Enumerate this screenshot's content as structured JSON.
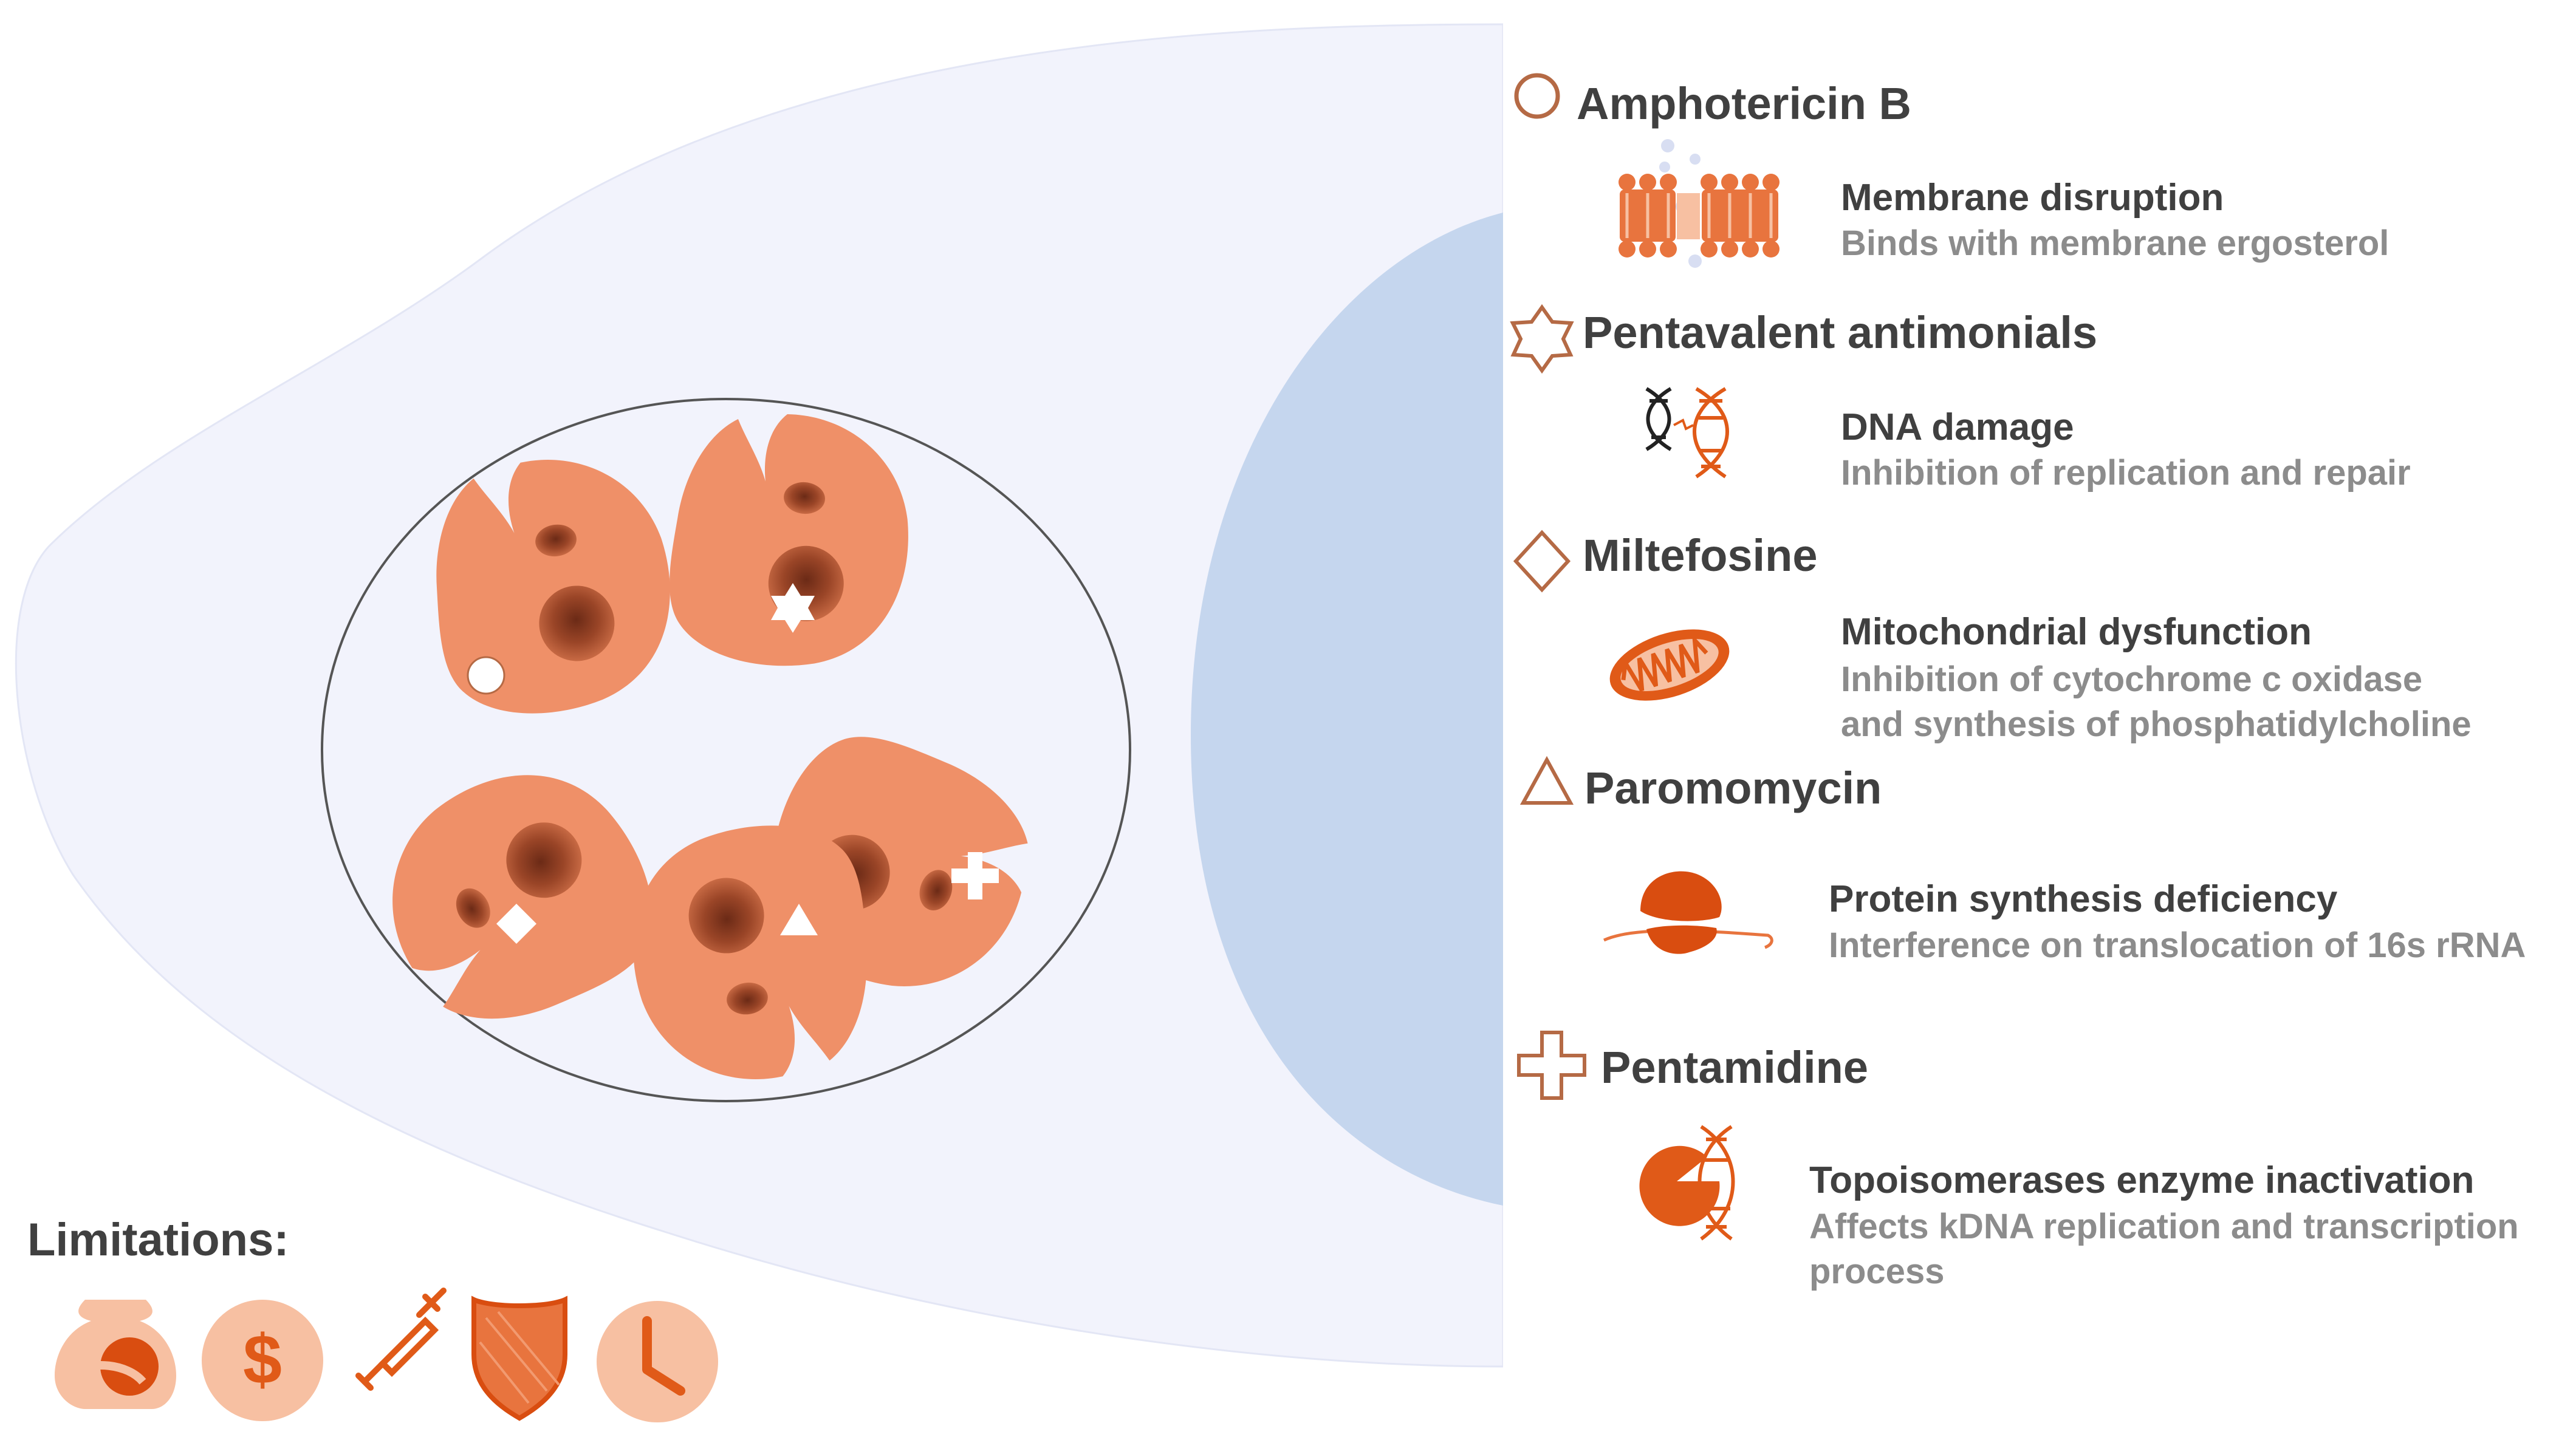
{
  "colors": {
    "cell": "#f2f3fc",
    "nucleus": "#c5d6ee",
    "parasite": "#ef9068",
    "accent": "#e05a18",
    "marker_outline": "#b56a45",
    "limitation_bg": "#f7c0a2"
  },
  "drugs": [
    {
      "name": "Amphotericin B",
      "marker_icon": "circle-outline-icon",
      "mechanism": "Membrane disruption",
      "description": [
        "Binds with membrane ergosterol"
      ],
      "icon": "membrane-icon"
    },
    {
      "name": "Pentavalent antimonials",
      "marker_icon": "star-outline-icon",
      "mechanism": "DNA damage",
      "description": [
        "Inhibition of replication and repair"
      ],
      "icon": "dna-damage-icon"
    },
    {
      "name": "Miltefosine",
      "marker_icon": "diamond-outline-icon",
      "mechanism": "Mitochondrial  dysfunction",
      "description": [
        "Inhibition of cytochrome c oxidase",
        "and synthesis of phosphatidylcholine"
      ],
      "icon": "mitochondrion-icon"
    },
    {
      "name": "Paromomycin",
      "marker_icon": "triangle-outline-icon",
      "mechanism": "Protein synthesis deficiency",
      "description": [
        "Interference on translocation of 16s rRNA"
      ],
      "icon": "ribosome-icon"
    },
    {
      "name": "Pentamidine",
      "marker_icon": "cross-outline-icon",
      "mechanism": "Topoisomerases enzyme inactivation",
      "description": [
        "Affects kDNA replication and transcription",
        "process"
      ],
      "icon": "topoisomerase-icon"
    }
  ],
  "limitations": {
    "title": "Limitations:",
    "icons": [
      "pregnancy-icon",
      "dollar-icon",
      "syringe-icon",
      "shield-icon",
      "clock-icon"
    ]
  }
}
